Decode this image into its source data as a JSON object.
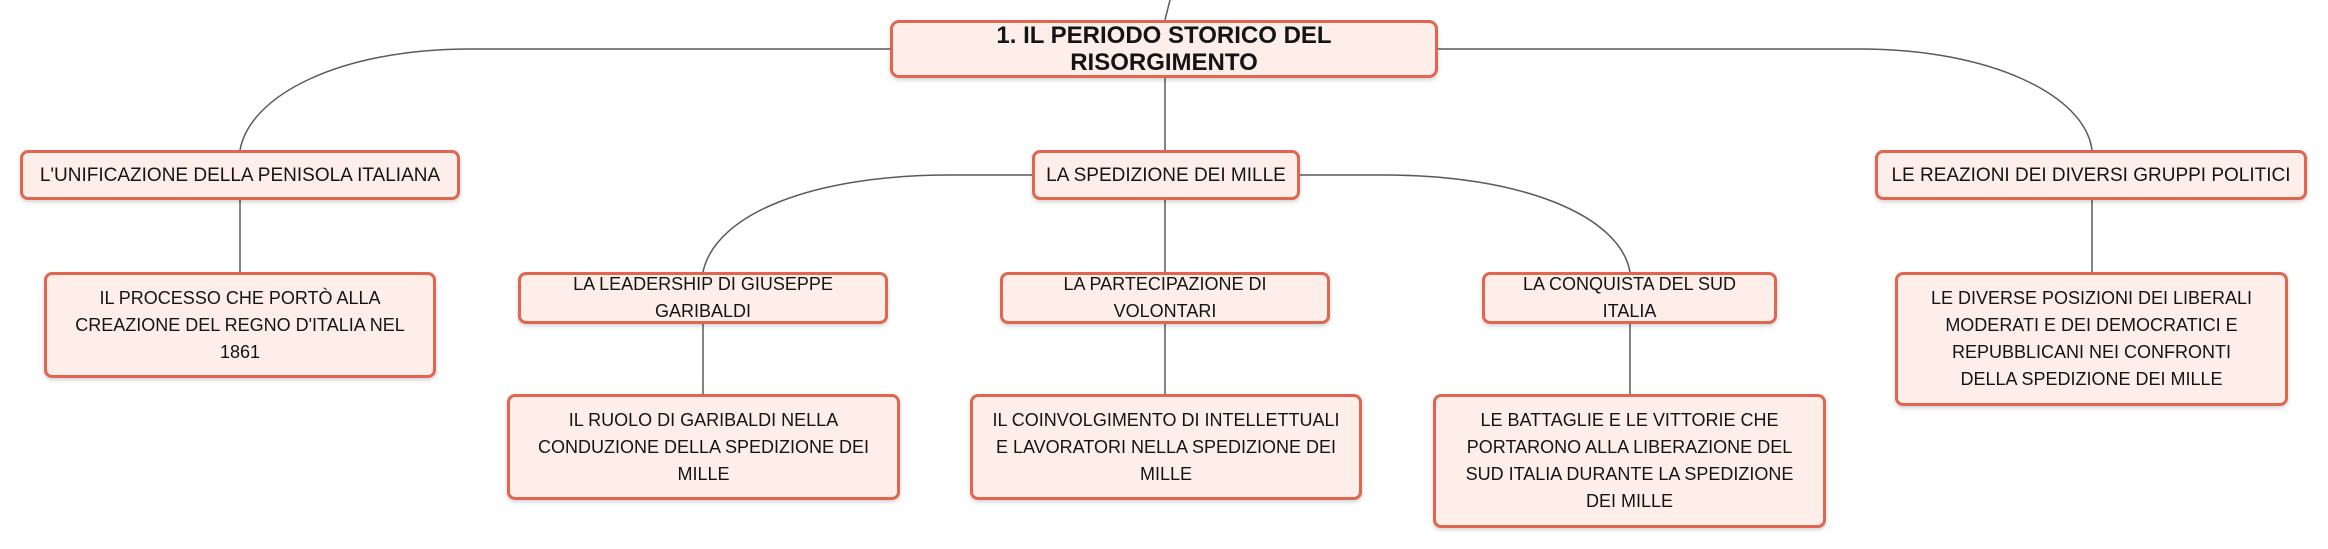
{
  "mindmap": {
    "root": {
      "label": "1. IL PERIODO STORICO DEL RISORGIMENTO"
    },
    "branches": [
      {
        "label": "L'UNIFICAZIONE DELLA PENISOLA ITALIANA",
        "detail": "IL PROCESSO CHE PORTÒ ALLA CREAZIONE DEL REGNO D'ITALIA NEL 1861"
      },
      {
        "label": "LA SPEDIZIONE DEI MILLE",
        "children": [
          {
            "label": "LA LEADERSHIP DI GIUSEPPE GARIBALDI",
            "detail": "IL RUOLO DI GARIBALDI NELLA CONDUZIONE DELLA SPEDIZIONE DEI MILLE"
          },
          {
            "label": "LA PARTECIPAZIONE DI VOLONTARI",
            "detail": "IL COINVOLGIMENTO DI INTELLETTUALI E LAVORATORI NELLA SPEDIZIONE DEI MILLE"
          },
          {
            "label": "LA CONQUISTA DEL SUD ITALIA",
            "detail": "LE BATTAGLIE E LE VITTORIE CHE PORTARONO ALLA LIBERAZIONE DEL SUD ITALIA DURANTE LA SPEDIZIONE DEI MILLE"
          }
        ]
      },
      {
        "label": "LE REAZIONI DEI DIVERSI GRUPPI POLITICI",
        "detail": "LE DIVERSE POSIZIONI DEI LIBERALI MODERATI E DEI DEMOCRATICI E REPUBBLICANI NEI CONFRONTI DELLA SPEDIZIONE DEI MILLE"
      }
    ]
  },
  "colors": {
    "node_border": "#e0664f",
    "node_fill": "#fdeeea",
    "connector": "#5a5a5a",
    "text": "#141414"
  }
}
